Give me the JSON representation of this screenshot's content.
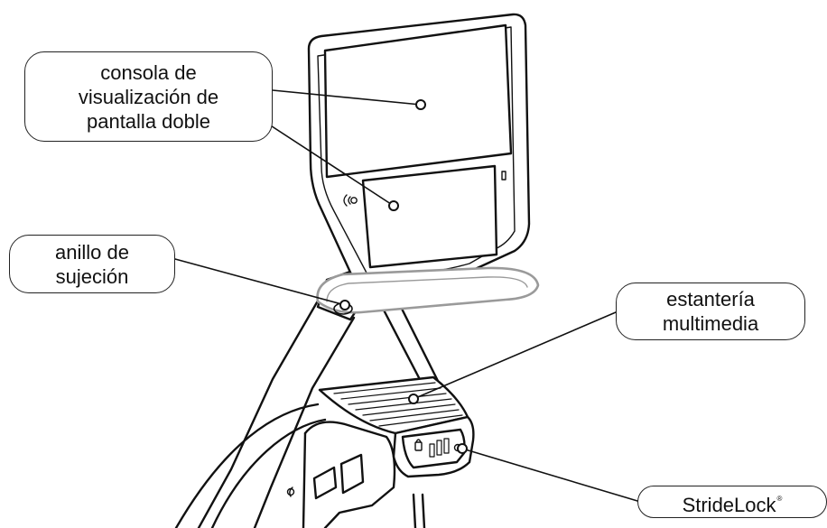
{
  "diagram": {
    "labels": {
      "console": "consola de\nvisualización de\npantalla doble",
      "ring": "anillo de\nsujeción",
      "shelf": "estantería\nmultimedia",
      "stridelock": "StrideLock",
      "stridelock_mark": "®"
    },
    "colors": {
      "line": "#111111",
      "fill": "#ffffff",
      "ring": "#9a9a9a"
    }
  }
}
